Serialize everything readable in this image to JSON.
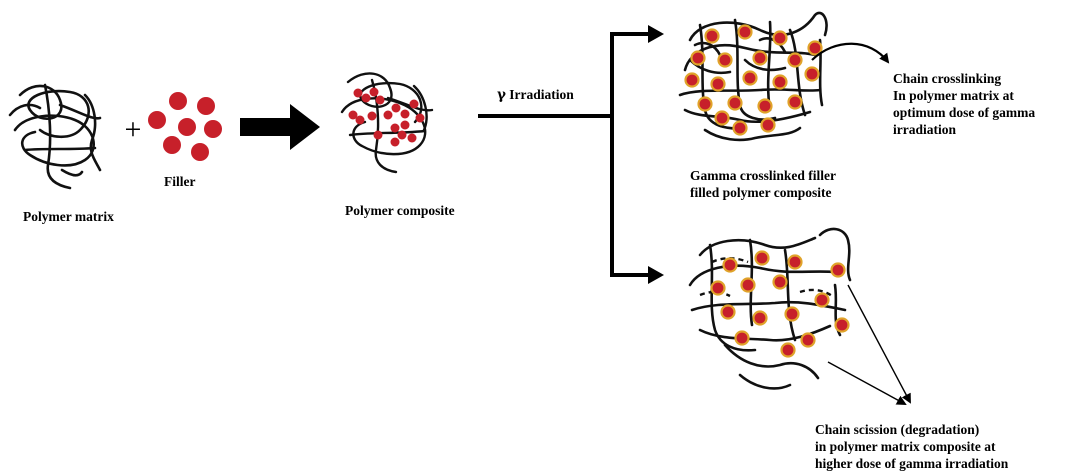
{
  "labels": {
    "polymer_matrix": "Polymer matrix",
    "plus": "+",
    "filler": "Filler",
    "polymer_composite": "Polymer composite",
    "irradiation_symbol": "γ",
    "irradiation": "Irradiation",
    "crosslinked_caption": [
      "Gamma crosslinked filler",
      "filled polymer composite"
    ],
    "crosslinking_note": [
      "Chain crosslinking",
      "In polymer matrix at",
      "optimum dose of gamma",
      "irradiation"
    ],
    "scission_note": [
      "Chain scission (degradation)",
      "in polymer matrix composite at",
      "higher dose of gamma irradiation"
    ]
  },
  "colors": {
    "filler_red": "#c7202a",
    "filler_ring": "#e0a32a",
    "chain": "#111111"
  }
}
